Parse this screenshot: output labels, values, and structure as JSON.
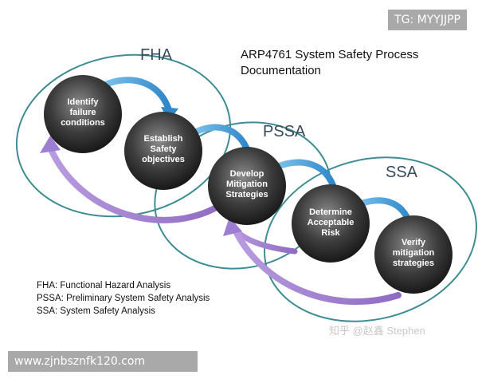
{
  "title": {
    "line1": "ARP4761 System Safety Process",
    "line2": "Documentation"
  },
  "zones": {
    "fha": "FHA",
    "pssa": "PSSA",
    "ssa": "SSA"
  },
  "nodes": [
    {
      "lines": [
        "Identify",
        "failure",
        "conditions"
      ]
    },
    {
      "lines": [
        "Establish",
        "Safety",
        "objectives"
      ]
    },
    {
      "lines": [
        "Develop",
        "Mitigation",
        "Strategies"
      ]
    },
    {
      "lines": [
        "Determine",
        "Acceptable",
        "Risk"
      ]
    },
    {
      "lines": [
        "Verify",
        "mitigation",
        "strategies"
      ]
    }
  ],
  "legend": [
    "FHA: Functional Hazard Analysis",
    "PSSA: Preliminary System Safety Analysis",
    "SSA: System Safety Analysis"
  ],
  "overlays": {
    "top_tag": "TG: MYYJJPP",
    "bottom_tag": "www.zjnbsznfk120.com"
  },
  "watermark": "知乎 @赵鑫 Stephen",
  "colors": {
    "ellipse": "#3e8c94",
    "blue_arrow": "#4a9ed8",
    "purple_arrow": "#a98bcf",
    "node": "#4a4a4a"
  }
}
